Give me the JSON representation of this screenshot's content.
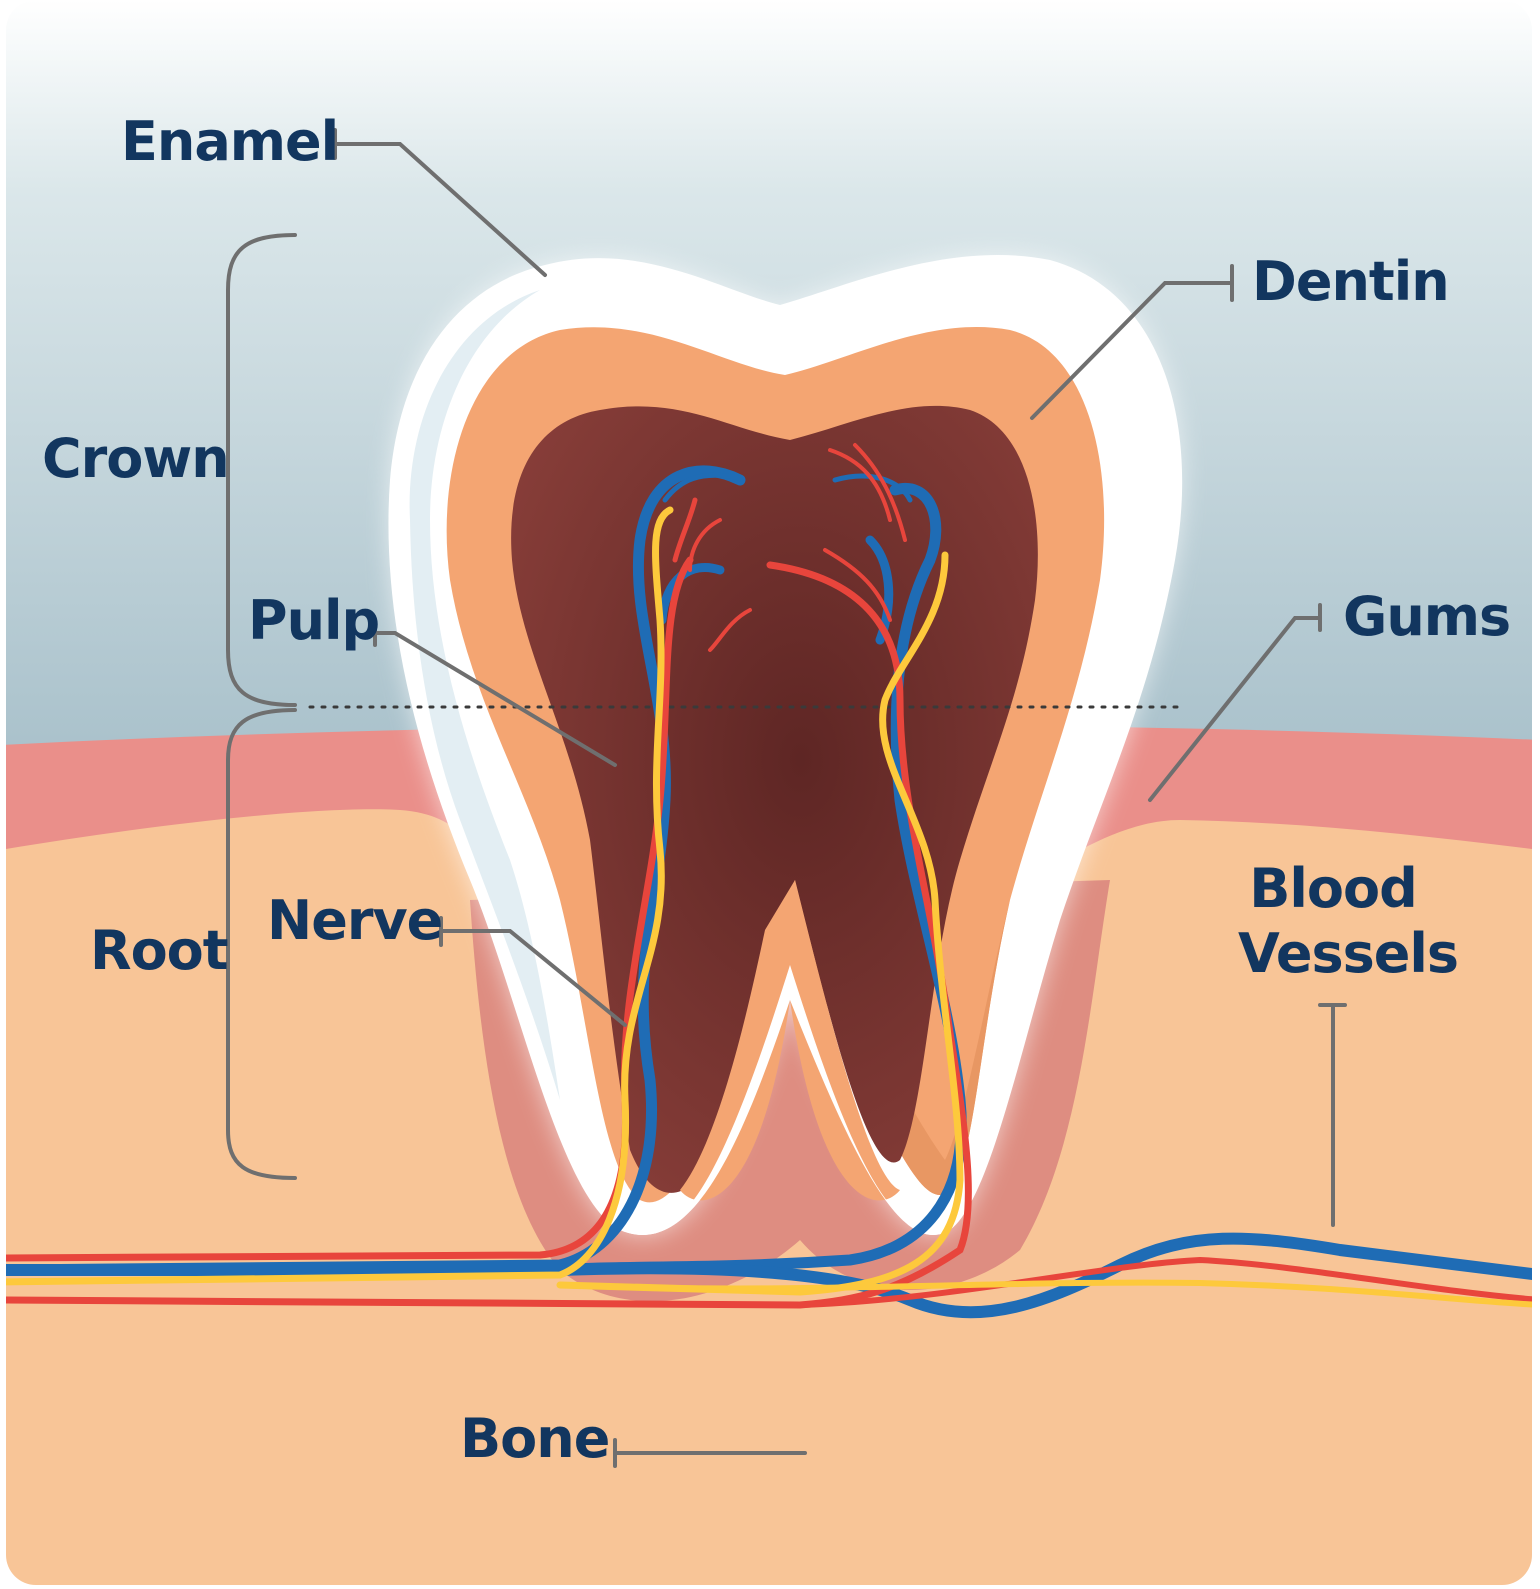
{
  "labels": {
    "enamel": "Enamel",
    "dentin": "Dentin",
    "crown": "Crown",
    "pulp": "Pulp",
    "gums": "Gums",
    "nerve": "Nerve",
    "root": "Root",
    "blood_vessels": "Blood\nVessels",
    "bone": "Bone"
  },
  "colors": {
    "label_text": "#12365f",
    "leader_line": "#6f6f6f",
    "sky_top": "#ffffff",
    "sky_bottom": "#a9c1cb",
    "gum": "#ea8f8a",
    "bone": "#f8c597",
    "enamel": "#ffffff",
    "dentin": "#f4a572",
    "pulp": "#7a2f2c",
    "nerve": "#fdc93c",
    "artery": "#e8453c",
    "vein": "#1f6cb5"
  }
}
